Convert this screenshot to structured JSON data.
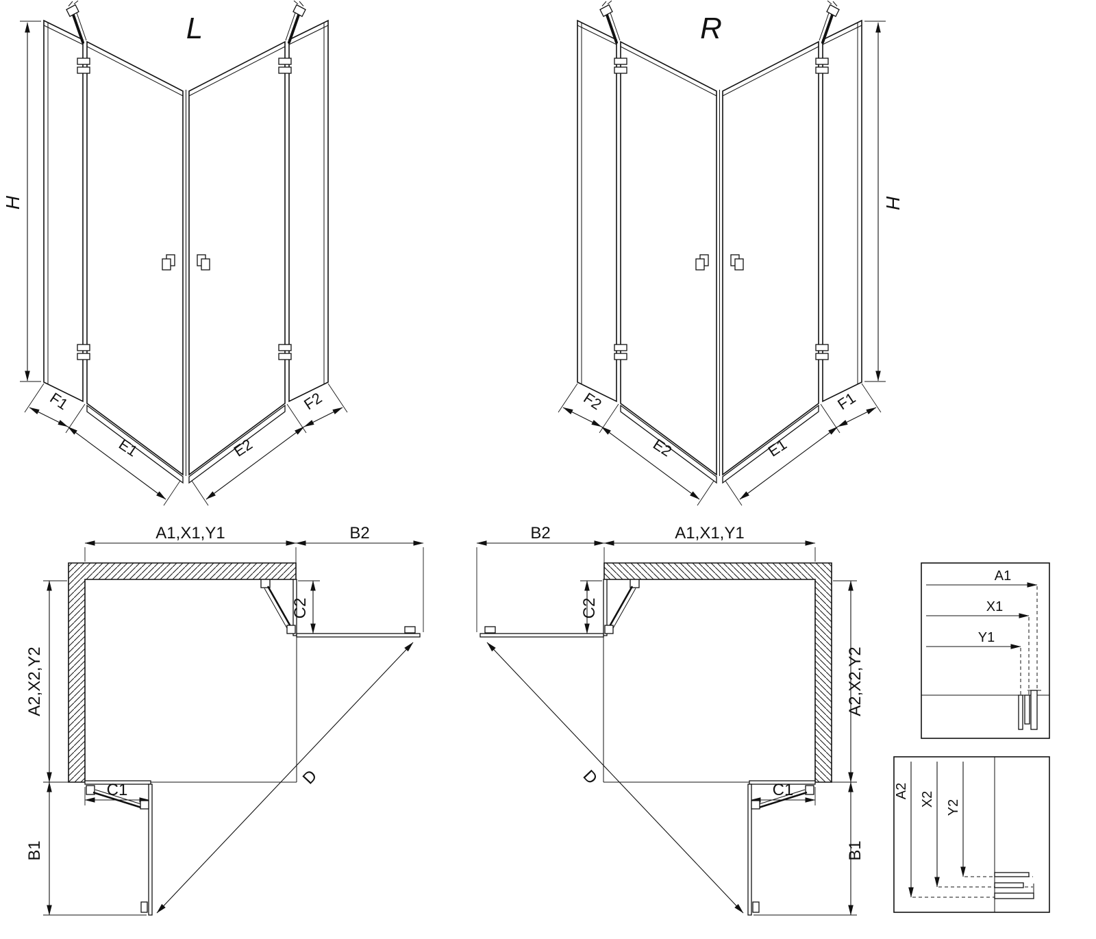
{
  "perspective_left": {
    "title": "L",
    "height_dim": "H",
    "dims": {
      "f1": "F1",
      "e1": "E1",
      "e2": "E2",
      "f2": "F2"
    }
  },
  "perspective_right": {
    "title": "R",
    "height_dim": "H",
    "dims": {
      "f1": "F1",
      "e1": "E1",
      "e2": "E2",
      "f2": "F2"
    }
  },
  "plan_left": {
    "width_dim": "A1,X1,Y1",
    "panel_dim_b2": "B2",
    "fixed_dim_c2": "C2",
    "depth_dim": "A2,X2,Y2",
    "panel_dim_b1": "B1",
    "fixed_dim_c1": "C1",
    "diagonal_dim": "D"
  },
  "plan_right": {
    "width_dim": "A1,X1,Y1",
    "panel_dim_b2": "B2",
    "fixed_dim_c2": "C2",
    "depth_dim": "A2,X2,Y2",
    "panel_dim_b1": "B1",
    "fixed_dim_c1": "C1",
    "diagonal_dim": "D"
  },
  "detail_width": {
    "labels": [
      "A1",
      "X1",
      "Y1"
    ]
  },
  "detail_depth": {
    "labels": [
      "A2",
      "X2",
      "Y2"
    ]
  },
  "colors": {
    "line": "#111111",
    "background": "#ffffff"
  }
}
